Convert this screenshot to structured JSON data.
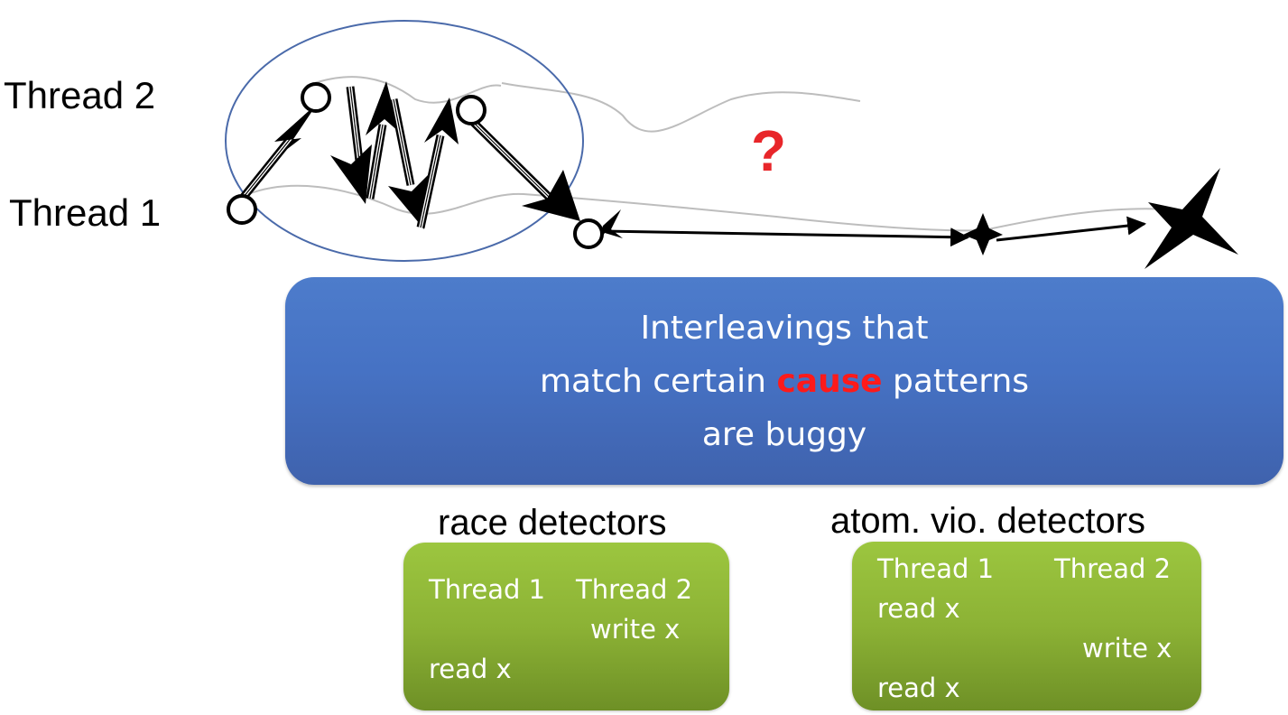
{
  "threads": {
    "thread2_label": "Thread 2",
    "thread1_label": "Thread 1"
  },
  "question_mark": "?",
  "cause_box": {
    "line1": "Interleavings that",
    "line2_pre": "match certain ",
    "line2_highlight": "cause",
    "line2_post": " patterns",
    "line3": "are buggy"
  },
  "race_detectors": {
    "title": "race detectors",
    "thread1": "Thread 1",
    "thread2": "Thread 2",
    "op_write": "write x",
    "op_read": "read x"
  },
  "atom_detectors": {
    "title": "atom. vio. detectors",
    "thread1": "Thread 1",
    "thread2": "Thread 2",
    "op_read1": "read x",
    "op_write": "write x",
    "op_read2": "read x"
  },
  "colors": {
    "blue_box": "#4672c4",
    "green_box": "#8cb235",
    "highlight_red": "#ff1a1a",
    "question_red": "#e8262a",
    "ellipse_stroke": "#4a6aaa",
    "trace_gray": "#bdbdbd"
  }
}
